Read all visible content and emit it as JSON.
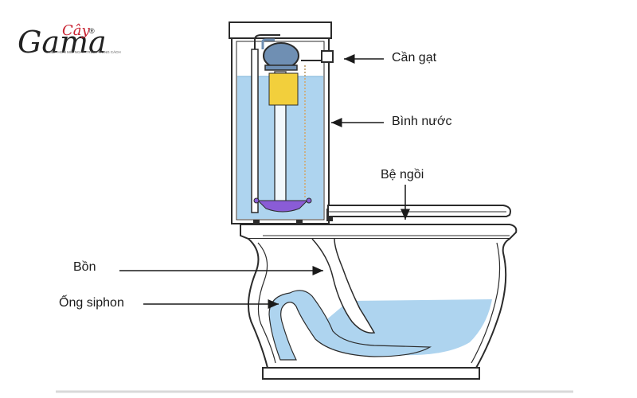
{
  "logo": {
    "script_text": "Gama",
    "accent_text": "Cây",
    "registered_mark": "®",
    "tagline": "ĐẸP HƠN MỖI NGÀY TRÊN PHONG CÁCH"
  },
  "labels": {
    "lever": "Cần gạt",
    "tank": "Bình nước",
    "seat": "Bệ ngồi",
    "bowl": "Bồn",
    "siphon": "Ống siphon"
  },
  "colors": {
    "water": "#aed4ef",
    "outline": "#2b2b2b",
    "float": "#f2cf3c",
    "flapper": "#8a5cd6",
    "valve": "#6f8fb3",
    "logo_red": "#c8202f",
    "logo_dark": "#222222"
  }
}
